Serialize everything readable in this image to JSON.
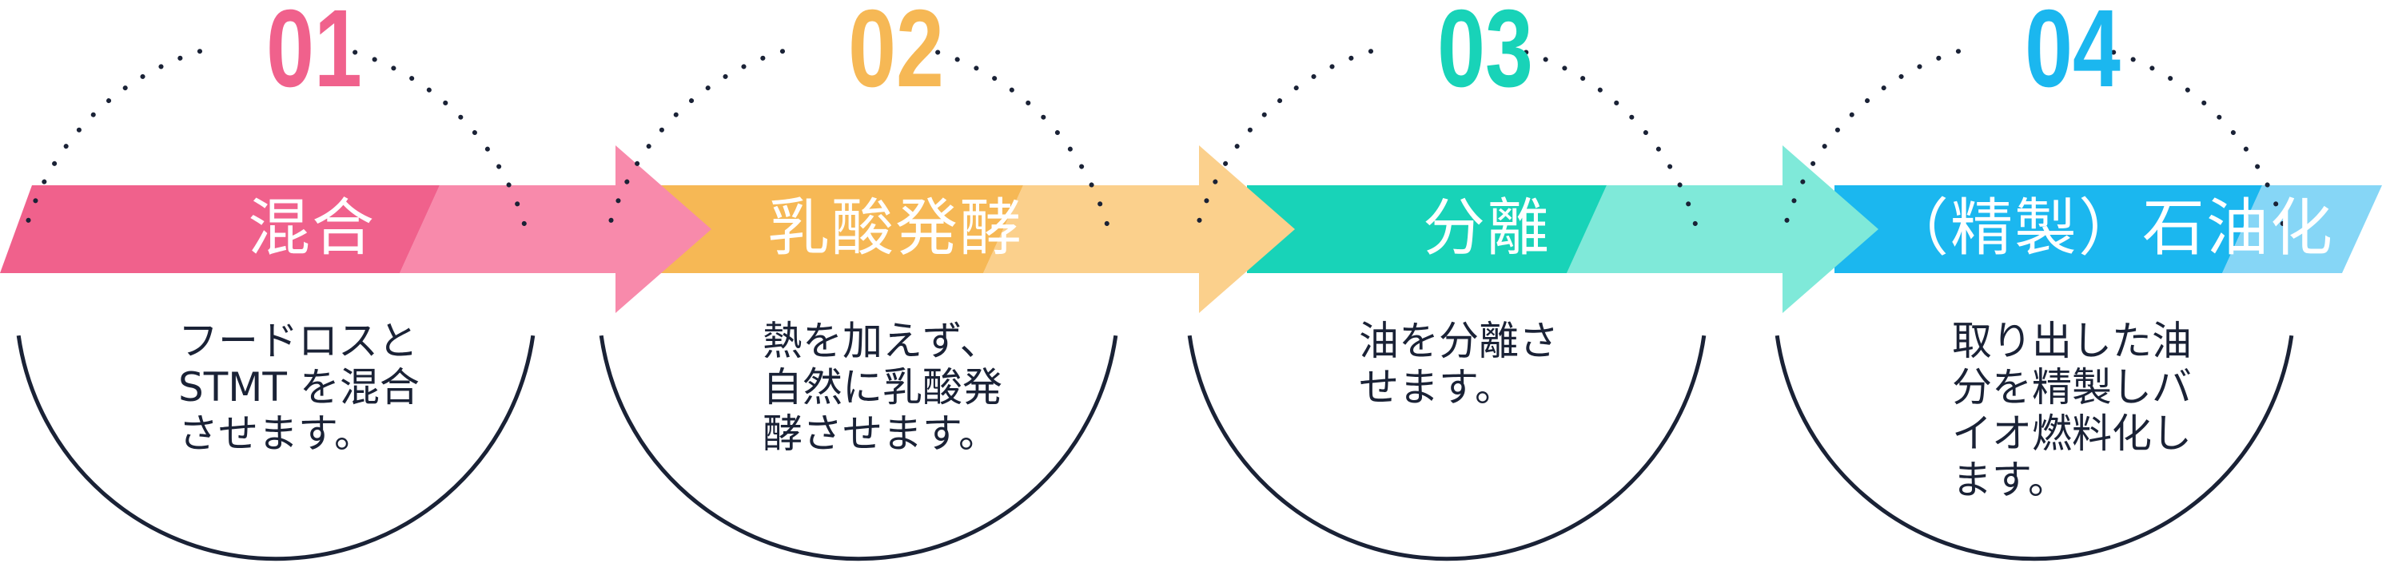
{
  "steps": [
    {
      "number": "01",
      "title": "混合",
      "color": "#f0618c",
      "light": "#f88aab",
      "description": [
        "フードロスと",
        "STMT を混合",
        "させます。"
      ]
    },
    {
      "number": "02",
      "title": "乳酸発酵",
      "color": "#f6b855",
      "light": "#fbd08c",
      "description": [
        "熱を加えず、",
        "自然に乳酸発",
        "酵させます。"
      ]
    },
    {
      "number": "03",
      "title": "分離",
      "color": "#18d3b8",
      "light": "#7fe9d9",
      "description": [
        "油を分離さ",
        "せます。"
      ]
    },
    {
      "number": "04",
      "title": "（精製）石油化",
      "color": "#1bb7ef",
      "light": "#86d6f6",
      "description": [
        "取り出した油",
        "分を精製しバ",
        "イオ燃料化し",
        "ます。"
      ]
    }
  ],
  "line_color": "#1a2236"
}
